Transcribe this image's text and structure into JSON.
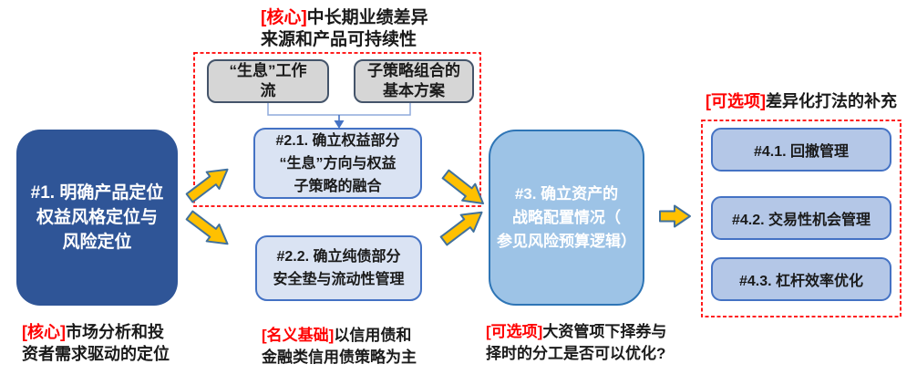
{
  "titles": {
    "top": {
      "tag": "[核心]",
      "text": "中长期业绩差异\n来源和产品可持续性"
    },
    "right": {
      "tag": "[可选项]",
      "text": "差异化打法的补充"
    }
  },
  "nodes": {
    "step1": {
      "label": "#1. 明确产品定位\n权益风格定位与\n风险定位"
    },
    "workflow": {
      "label": "“生息”工作\n流"
    },
    "substrategy": {
      "label": "子策略组合的\n基本方案"
    },
    "step21": {
      "label": "#2.1. 确立权益部分\n“生息”方向与权益\n子策略的融合"
    },
    "step22": {
      "label": "#2.2. 确立纯债部分\n安全垫与流动性管理"
    },
    "step3": {
      "label": "#3. 确立资产的\n战略配置情况（\n参见风险预算逻辑）"
    },
    "step41": {
      "label": "#4.1. 回撤管理"
    },
    "step42": {
      "label": "#4.2. 交易性机会管理"
    },
    "step43": {
      "label": "#4.3. 杠杆效率优化"
    }
  },
  "captions": {
    "step1": {
      "tag": "[核心]",
      "text": "市场分析和投\n资者需求驱动的定位"
    },
    "step22": {
      "tag": "[名义基础]",
      "text": "以信用债和\n金融类信用债策略为主"
    },
    "step3": {
      "tag": "[可选项]",
      "text": "大资管项下择券与\n择时的分工是否可以优化?"
    }
  },
  "colors": {
    "step1_fill": "#2F5597",
    "step2_fill": "#DAE3F3",
    "step3_fill": "#9DC3E6",
    "step4_fill": "#B4C7E7",
    "gray_fill": "#D6D6D6",
    "blue_border": "#4472C4",
    "gray_border": "#44546A",
    "mid_border": "#2E75B6",
    "arrow_fill": "#FFC000",
    "arrow_outline": "#41719C",
    "connector_line": "#8FAADC",
    "connector_head": "#4472C4",
    "highlight_red": "#FF0000"
  }
}
